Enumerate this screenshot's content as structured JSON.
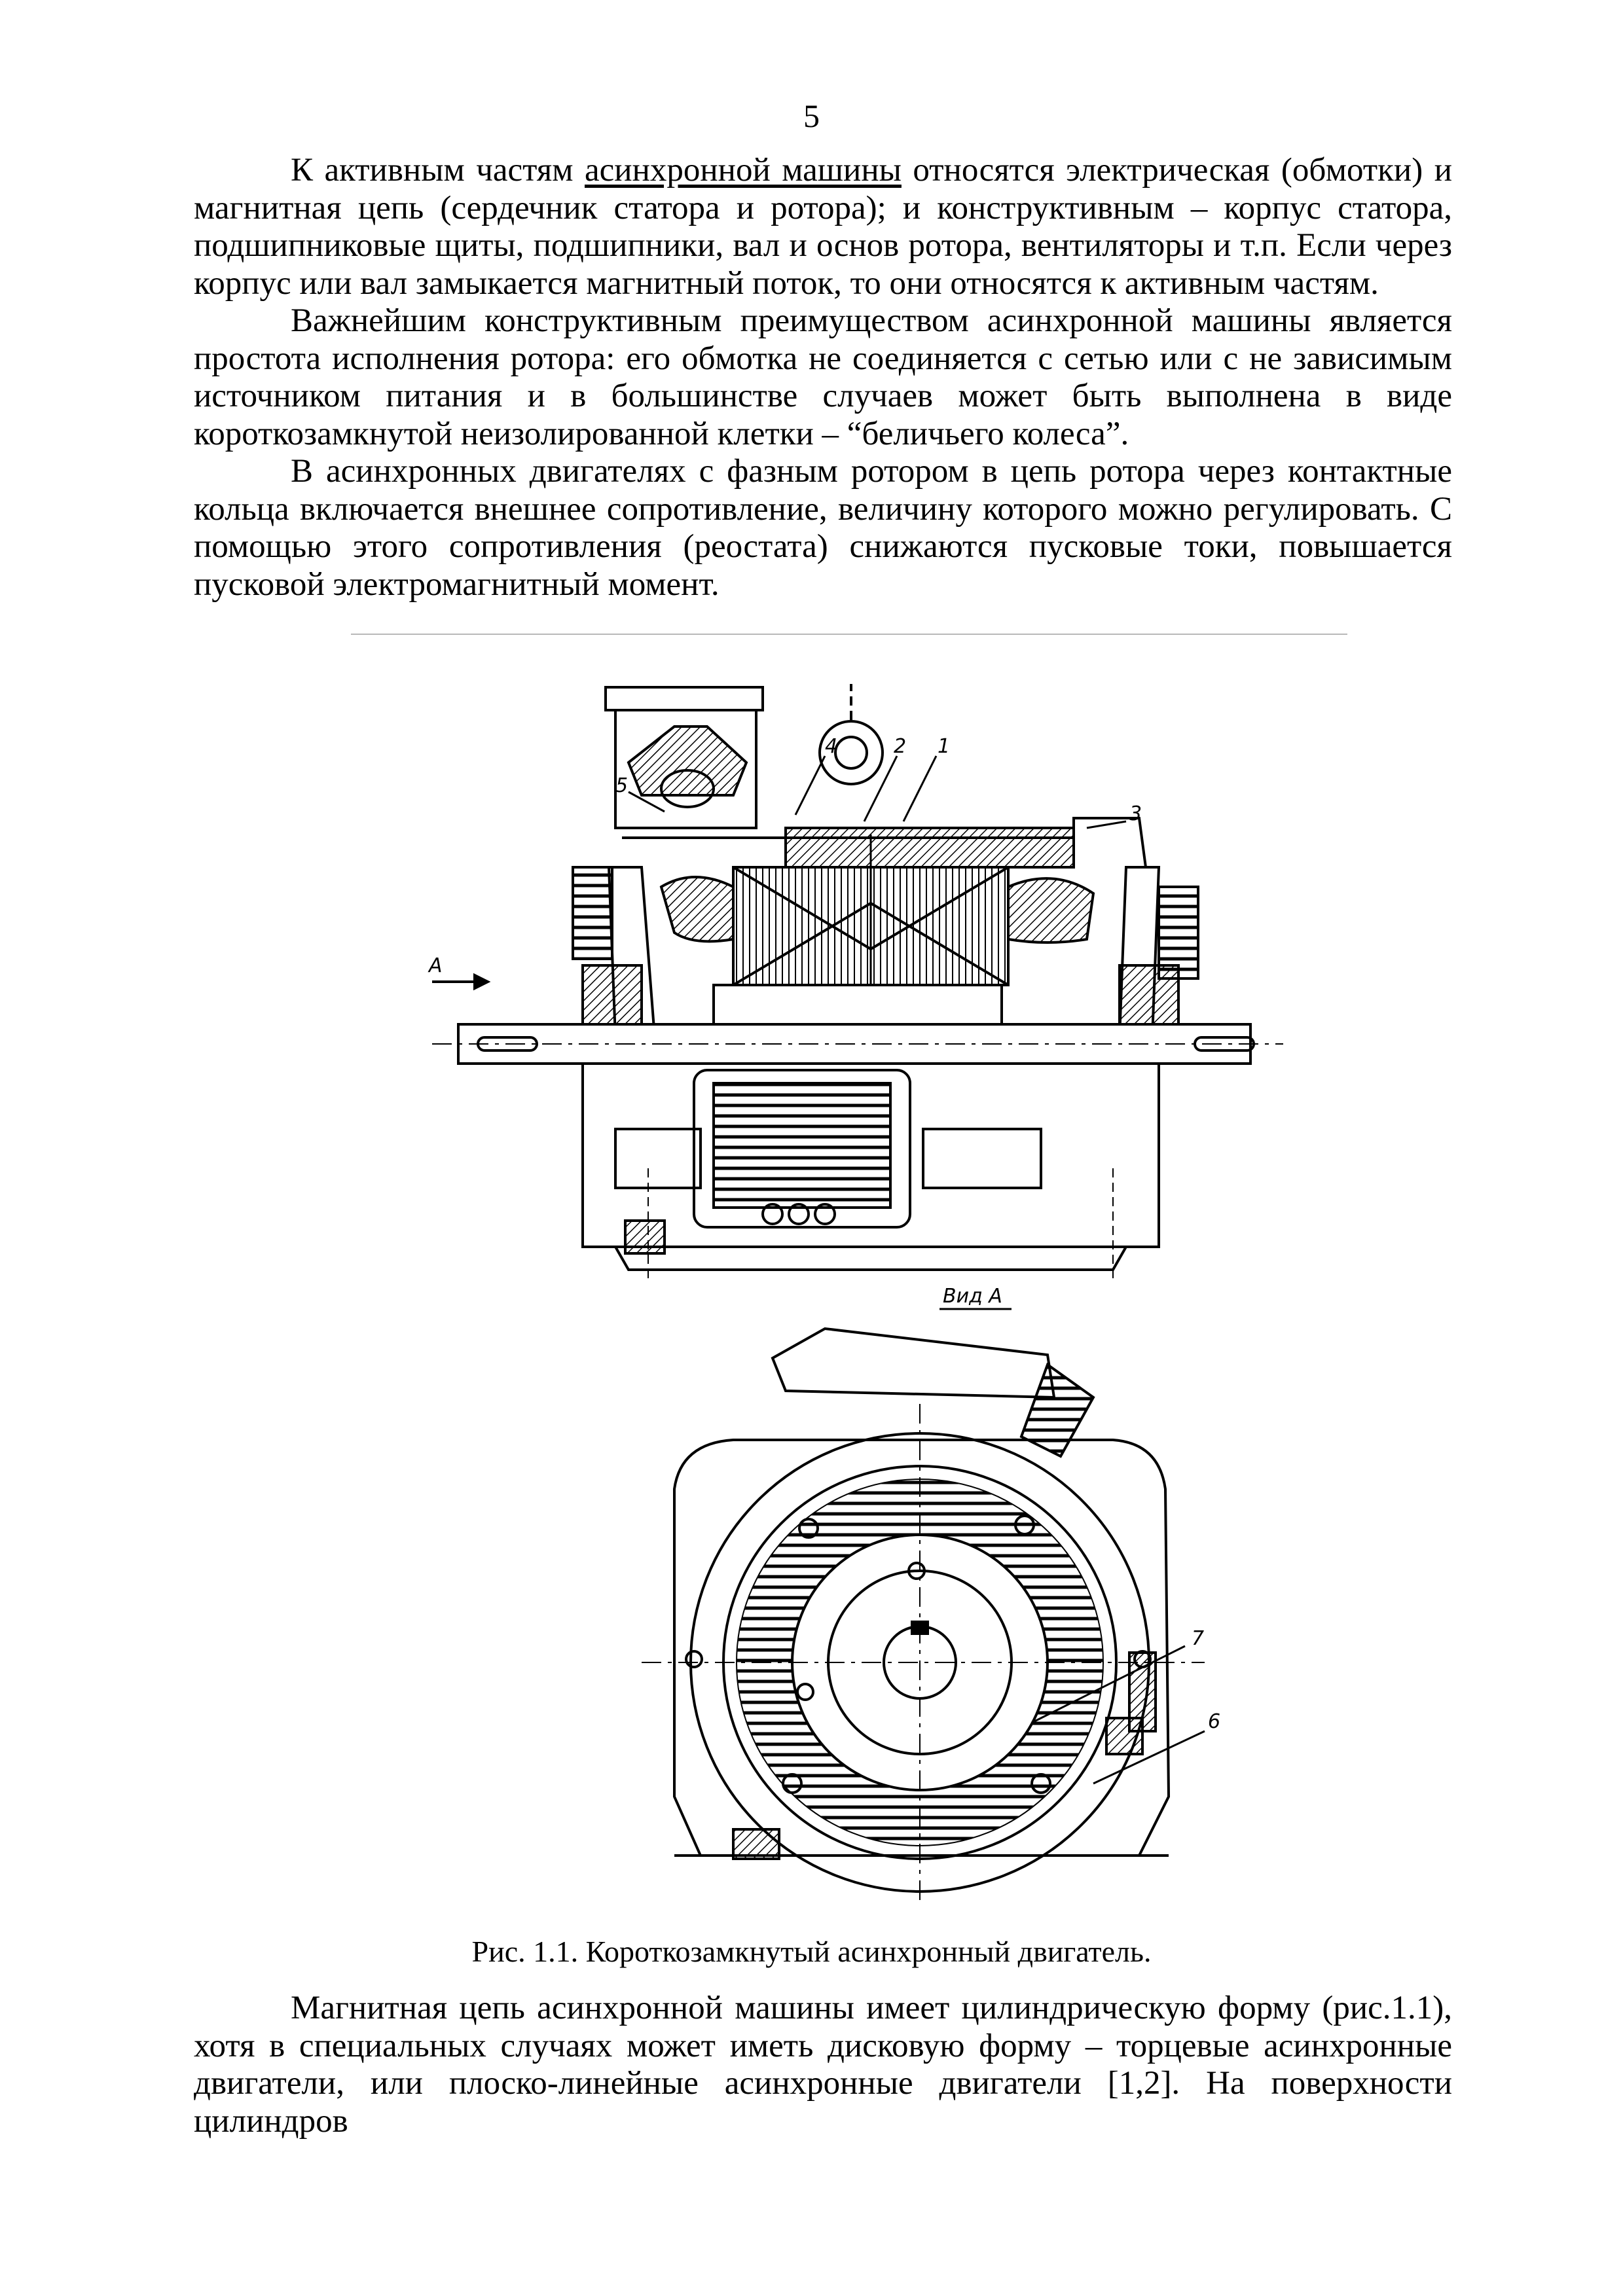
{
  "page": {
    "number": "5"
  },
  "paragraphs": {
    "p1_before_link": "К активным частям ",
    "p1_link": "асинхронной машины",
    "p1_after_link": " относятся электрическая (обмотки) и магнитная цепь (сердечник статора и ротора); и конструктивным – корпус статора, подшипниковые щиты, подшипники, вал и основ ротора, вентиляторы и т.п. Если через корпус или вал замыкается магнитный поток, то они относятся к активным частям.",
    "p2": "Важнейшим конструктивным преимуществом асинхронной машины является простота исполнения ротора: его обмотка не соединяется с сетью или с не зависимым источником питания и в большинстве случаев может быть выполнена в виде короткозамкнутой неизолированной клетки – “беличьего колеса”.",
    "p3": "В асинхронных двигателях с фазным ротором в цепь ротора через контактные кольца включается внешнее сопротивление, величину которого можно регулировать. С помощью этого сопротивления (реостата) снижаются пусковые токи, повышается пусковой электромагнитный момент.",
    "p4": "Магнитная цепь асинхронной машины имеет цилиндрическую форму (рис.1.1), хотя в специальных случаях может иметь дисковую форму – торцевые асинхронные двигатели, или плоско-линейные асинхронные двигатели [1,2]. На поверхности цилиндров"
  },
  "figure": {
    "caption": "Рис. 1.1. Короткозамкнутый асинхронный двигатель.",
    "view_label": "Вид А",
    "arrow_label": "А",
    "callouts": [
      "1",
      "2",
      "3",
      "4",
      "5",
      "6",
      "7"
    ]
  }
}
